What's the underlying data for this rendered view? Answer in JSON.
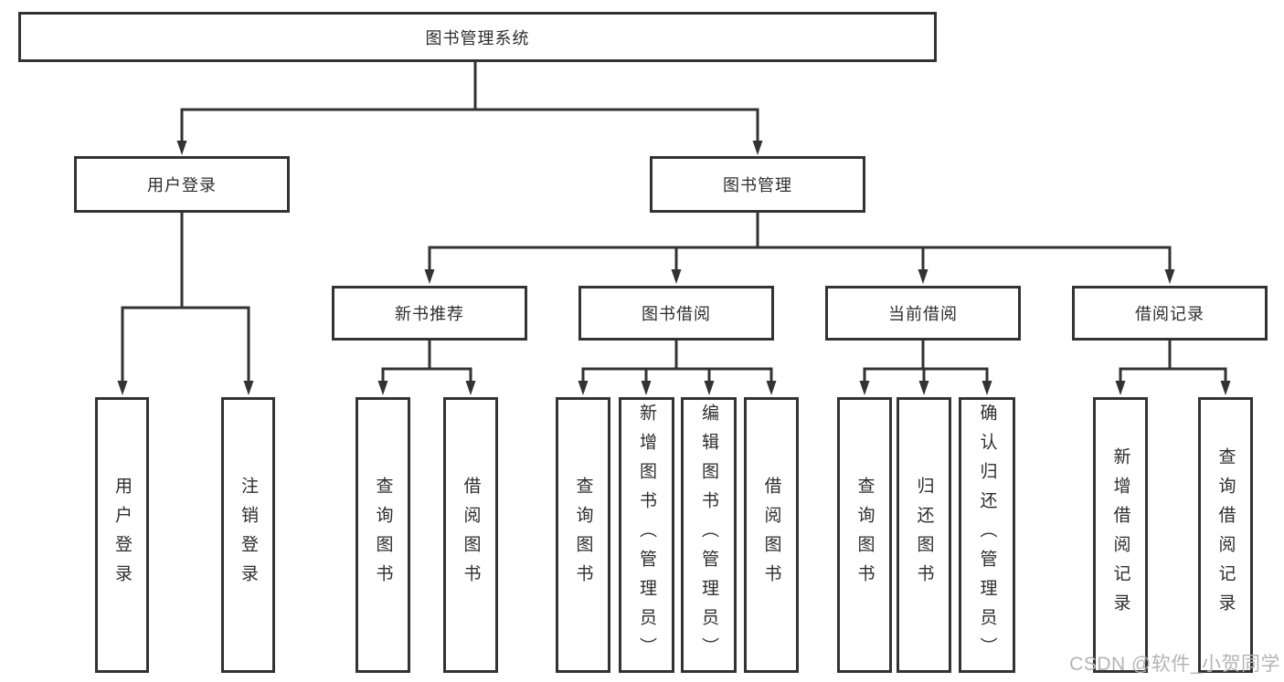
{
  "colors": {
    "line": "#333333",
    "box_border": "#333333",
    "text": "#2d2d2d",
    "background": "#ffffff",
    "watermark": "#b4b4b4"
  },
  "watermark": {
    "text": "CSDN @软件_小贺同学"
  },
  "tree": {
    "root": {
      "label": "图书管理系统"
    },
    "branches": [
      {
        "label": "用户登录",
        "children": [
          {
            "label": "用户登录"
          },
          {
            "label": "注销登录"
          }
        ]
      },
      {
        "label": "图书管理",
        "children": [
          {
            "label": "新书推荐",
            "children": [
              {
                "label": "查询图书"
              },
              {
                "label": "借阅图书"
              }
            ]
          },
          {
            "label": "图书借阅",
            "children": [
              {
                "label": "查询图书"
              },
              {
                "label": "新增图书（管理员）"
              },
              {
                "label": "编辑图书（管理员）"
              },
              {
                "label": "借阅图书"
              }
            ]
          },
          {
            "label": "当前借阅",
            "children": [
              {
                "label": "查询图书"
              },
              {
                "label": "归还图书"
              },
              {
                "label": "确认归还（管理员）"
              }
            ]
          },
          {
            "label": "借阅记录",
            "children": [
              {
                "label": "新增借阅记录"
              },
              {
                "label": "查询借阅记录"
              }
            ]
          }
        ]
      }
    ]
  }
}
